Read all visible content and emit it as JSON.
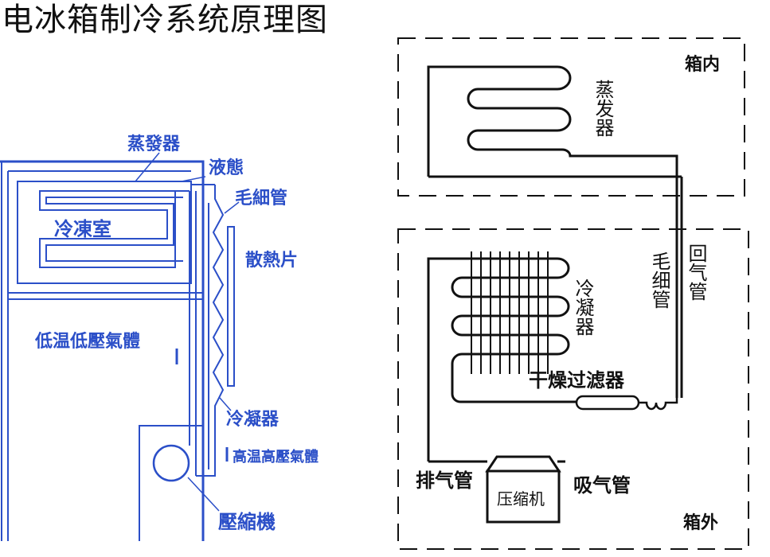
{
  "title": "电冰箱制冷系统原理图",
  "colors": {
    "blue": "#2b4fc8",
    "light_blue": "#7a9be0",
    "black": "#111111"
  },
  "left_diagram": {
    "labels": {
      "evaporator": "蒸發器",
      "liquid": "液態",
      "capillary": "毛細管",
      "fins": "散熱片",
      "freezer": "冷凍室",
      "low_gas": "低温低壓氣體",
      "condenser": "冷凝器",
      "high_gas": "高温高壓氣體",
      "compressor": "壓縮機"
    }
  },
  "right_diagram": {
    "labels": {
      "inside": "箱内",
      "outside": "箱外",
      "evaporator": "蒸发器",
      "capillary": "毛细管",
      "return_pipe": "回气管",
      "condenser": "冷凝器",
      "dryer_filter": "干燥过滤器",
      "exhaust_pipe": "排气管",
      "suction_pipe": "吸气管",
      "compressor": "压缩机"
    }
  }
}
